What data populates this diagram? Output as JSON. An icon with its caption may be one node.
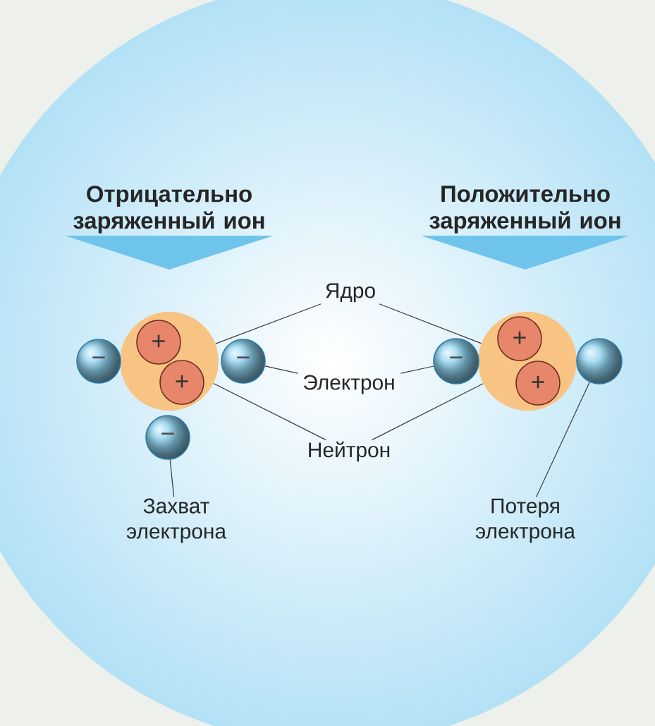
{
  "diagram": {
    "nodes": [
      {
        "text": [
          "Отрицательно заряженный ион"
        ]
      },
      {
        "text": [
          "Положительно заряженный ион"
        ]
      },
      {
        "text": [],
        "shape": "circle"
      },
      {
        "text": [
          "+"
        ],
        "in": 2
      },
      {
        "text": [
          "+"
        ],
        "in": 2
      },
      {
        "text": [
          "−"
        ]
      },
      {
        "text": [
          "−"
        ]
      },
      {
        "text": [
          "−"
        ]
      },
      {
        "text": [],
        "shape": "circle"
      },
      {
        "text": [
          "+"
        ],
        "in": 8
      },
      {
        "text": [
          "+"
        ],
        "in": 8
      },
      {
        "text": [
          "−"
        ]
      },
      {
        "text": [],
        "shape": "circle"
      },
      {
        "text": [
          "Ядро"
        ]
      },
      {
        "text": [
          "Электрон"
        ]
      },
      {
        "text": [
          "Нейтрон"
        ]
      },
      {
        "text": [
          "Захват электрона"
        ]
      },
      {
        "text": [
          "Потеря электрона"
        ]
      }
    ],
    "edges": [
      {
        "from": 13,
        "to": 2,
        "arrow": "none"
      },
      {
        "from": 13,
        "to": 8,
        "arrow": "none"
      },
      {
        "from": 14,
        "to": 6,
        "arrow": "none"
      },
      {
        "from": 14,
        "to": 11,
        "arrow": "none"
      },
      {
        "from": 15,
        "to": 2,
        "arrow": "none"
      },
      {
        "from": 15,
        "to": 8,
        "arrow": "none"
      },
      {
        "from": 16,
        "to": 7,
        "arrow": "none"
      },
      {
        "from": 17,
        "to": 12,
        "arrow": "none"
      }
    ]
  }
}
